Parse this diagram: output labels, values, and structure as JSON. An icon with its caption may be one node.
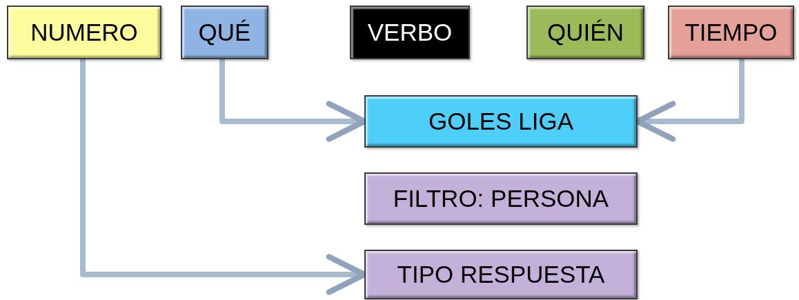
{
  "diagram": {
    "nodes": [
      {
        "text": [
          "NUMERO"
        ]
      },
      {
        "text": [
          "QUÉ"
        ]
      },
      {
        "text": [
          "VERBO"
        ]
      },
      {
        "text": [
          "QUIÉN"
        ]
      },
      {
        "text": [
          "TIEMPO"
        ]
      },
      {
        "text": [
          "GOLES LIGA"
        ]
      },
      {
        "text": [
          "FILTRO: PERSONA"
        ]
      },
      {
        "text": [
          "TIPO RESPUESTA"
        ]
      }
    ],
    "edges": [
      {
        "from": 1,
        "to": 5,
        "arrow": "to"
      },
      {
        "from": 4,
        "to": 5,
        "arrow": "to"
      },
      {
        "from": 0,
        "to": 7,
        "arrow": "to"
      }
    ]
  }
}
